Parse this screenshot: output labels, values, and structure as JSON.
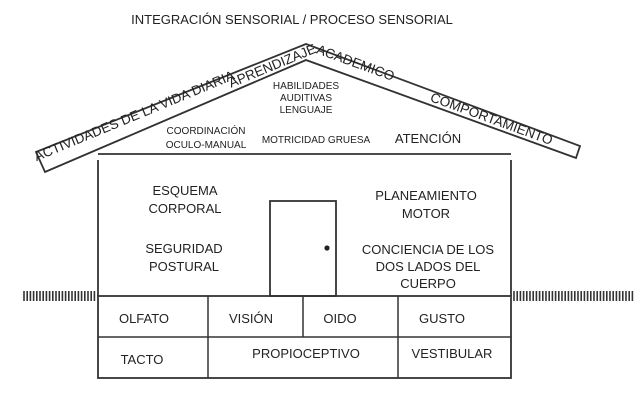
{
  "title": "INTEGRACIÓN SENSORIAL / PROCESO SENSORIAL",
  "roof_band": {
    "left": "ACTIVIDADES DE LA VIDA DIARIA",
    "peak": "APRENDIZAJE",
    "right_upper": "ACADEMICO",
    "right_lower": "COMPORTAMIENTO"
  },
  "attic": {
    "top_lines": [
      "HABILIDADES",
      "AUDITIVAS",
      "LENGUAJE"
    ],
    "coordination_lines": [
      "COORDINACIÓN",
      "OCULO-MANUAL"
    ],
    "gross_motor": "MOTRICIDAD GRUESA",
    "attention": "ATENCIÓN"
  },
  "walls": {
    "body_schema": [
      "ESQUEMA",
      "CORPORAL"
    ],
    "postural_security": [
      "SEGURIDAD",
      "POSTURAL"
    ],
    "motor_planning": [
      "PLANEAMIENTO",
      "MOTOR"
    ],
    "bilateral_awareness": [
      "CONCIENCIA DE LOS",
      "DOS LADOS DEL",
      "CUERPO"
    ]
  },
  "foundation_row1": [
    "OLFATO",
    "VISIÓN",
    "OIDO",
    "GUSTO"
  ],
  "foundation_row2": [
    "TACTO",
    "PROPIOCEPTIVO",
    "VESTIBULAR"
  ]
}
